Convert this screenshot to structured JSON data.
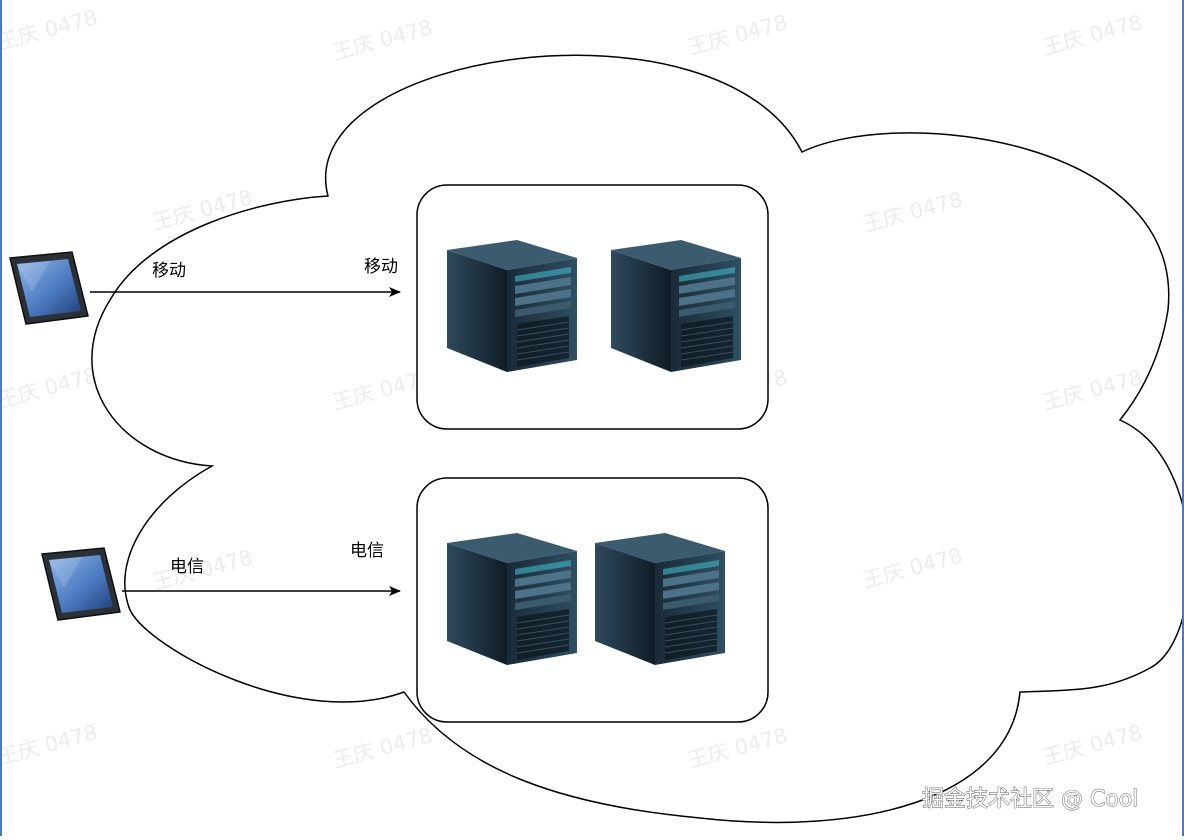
{
  "labels": {
    "mobile_edge": "移动",
    "mobile_server": "移动",
    "telecom_edge": "电信",
    "telecom_server": "电信"
  },
  "watermark": "王庆 0478",
  "footer": "掘金技术社区 @ Cool",
  "colors": {
    "line": "#000000",
    "server_dark": "#1c2b3a",
    "server_mid": "#2c4a5e",
    "server_accent": "#3fb8c7",
    "tablet_screen": "#5a86c8",
    "frame_edge": "#4a78c9"
  },
  "icons": [
    "tablet-icon",
    "server-tower-icon"
  ]
}
